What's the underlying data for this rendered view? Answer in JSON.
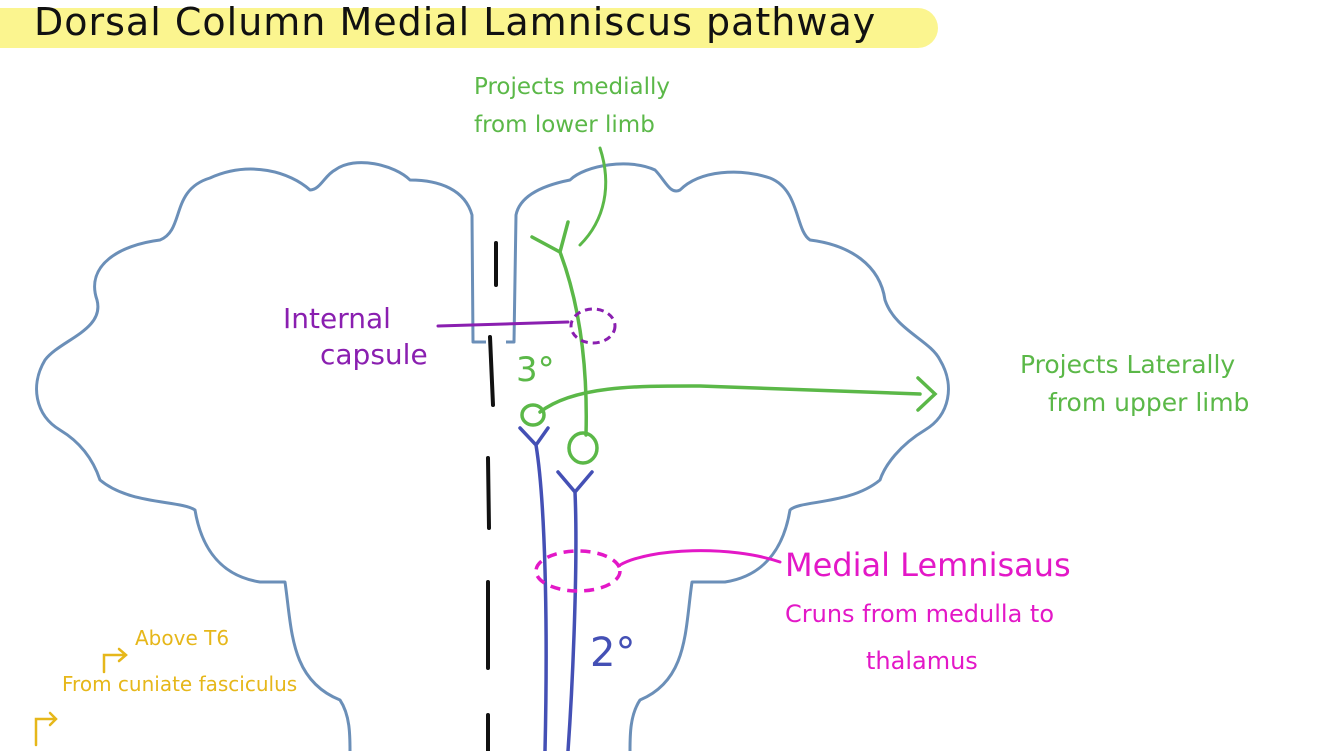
{
  "title": "Dorsal Column Medial Lamniscus pathway",
  "labels": {
    "lower_limb_line1": "Projects medially",
    "lower_limb_line2": "from lower limb",
    "upper_limb_line1": "Projects Laterally",
    "upper_limb_line2": "from upper limb",
    "internal_capsule_line1": "Internal",
    "internal_capsule_line2": "capsule",
    "tertiary_neuron": "3°",
    "secondary_neuron": "2°",
    "medial_lemniscus": "Medial Lemnisaus",
    "medial_lemniscus_desc1": "Cruns from medulla to",
    "medial_lemniscus_desc2": "thalamus",
    "above_t6": "Above T6",
    "cuneate": "From cuniate fasciculus"
  },
  "colors": {
    "brain_outline": "#6b8fb8",
    "third_order_pathway": "#5bb848",
    "second_order_pathway": "#4450b5",
    "internal_capsule": "#8a1fb0",
    "medial_lemniscus": "#e318c7",
    "cuneate": "#e6b71a",
    "midline": "#111111",
    "title_highlight": "#fbf58f"
  }
}
